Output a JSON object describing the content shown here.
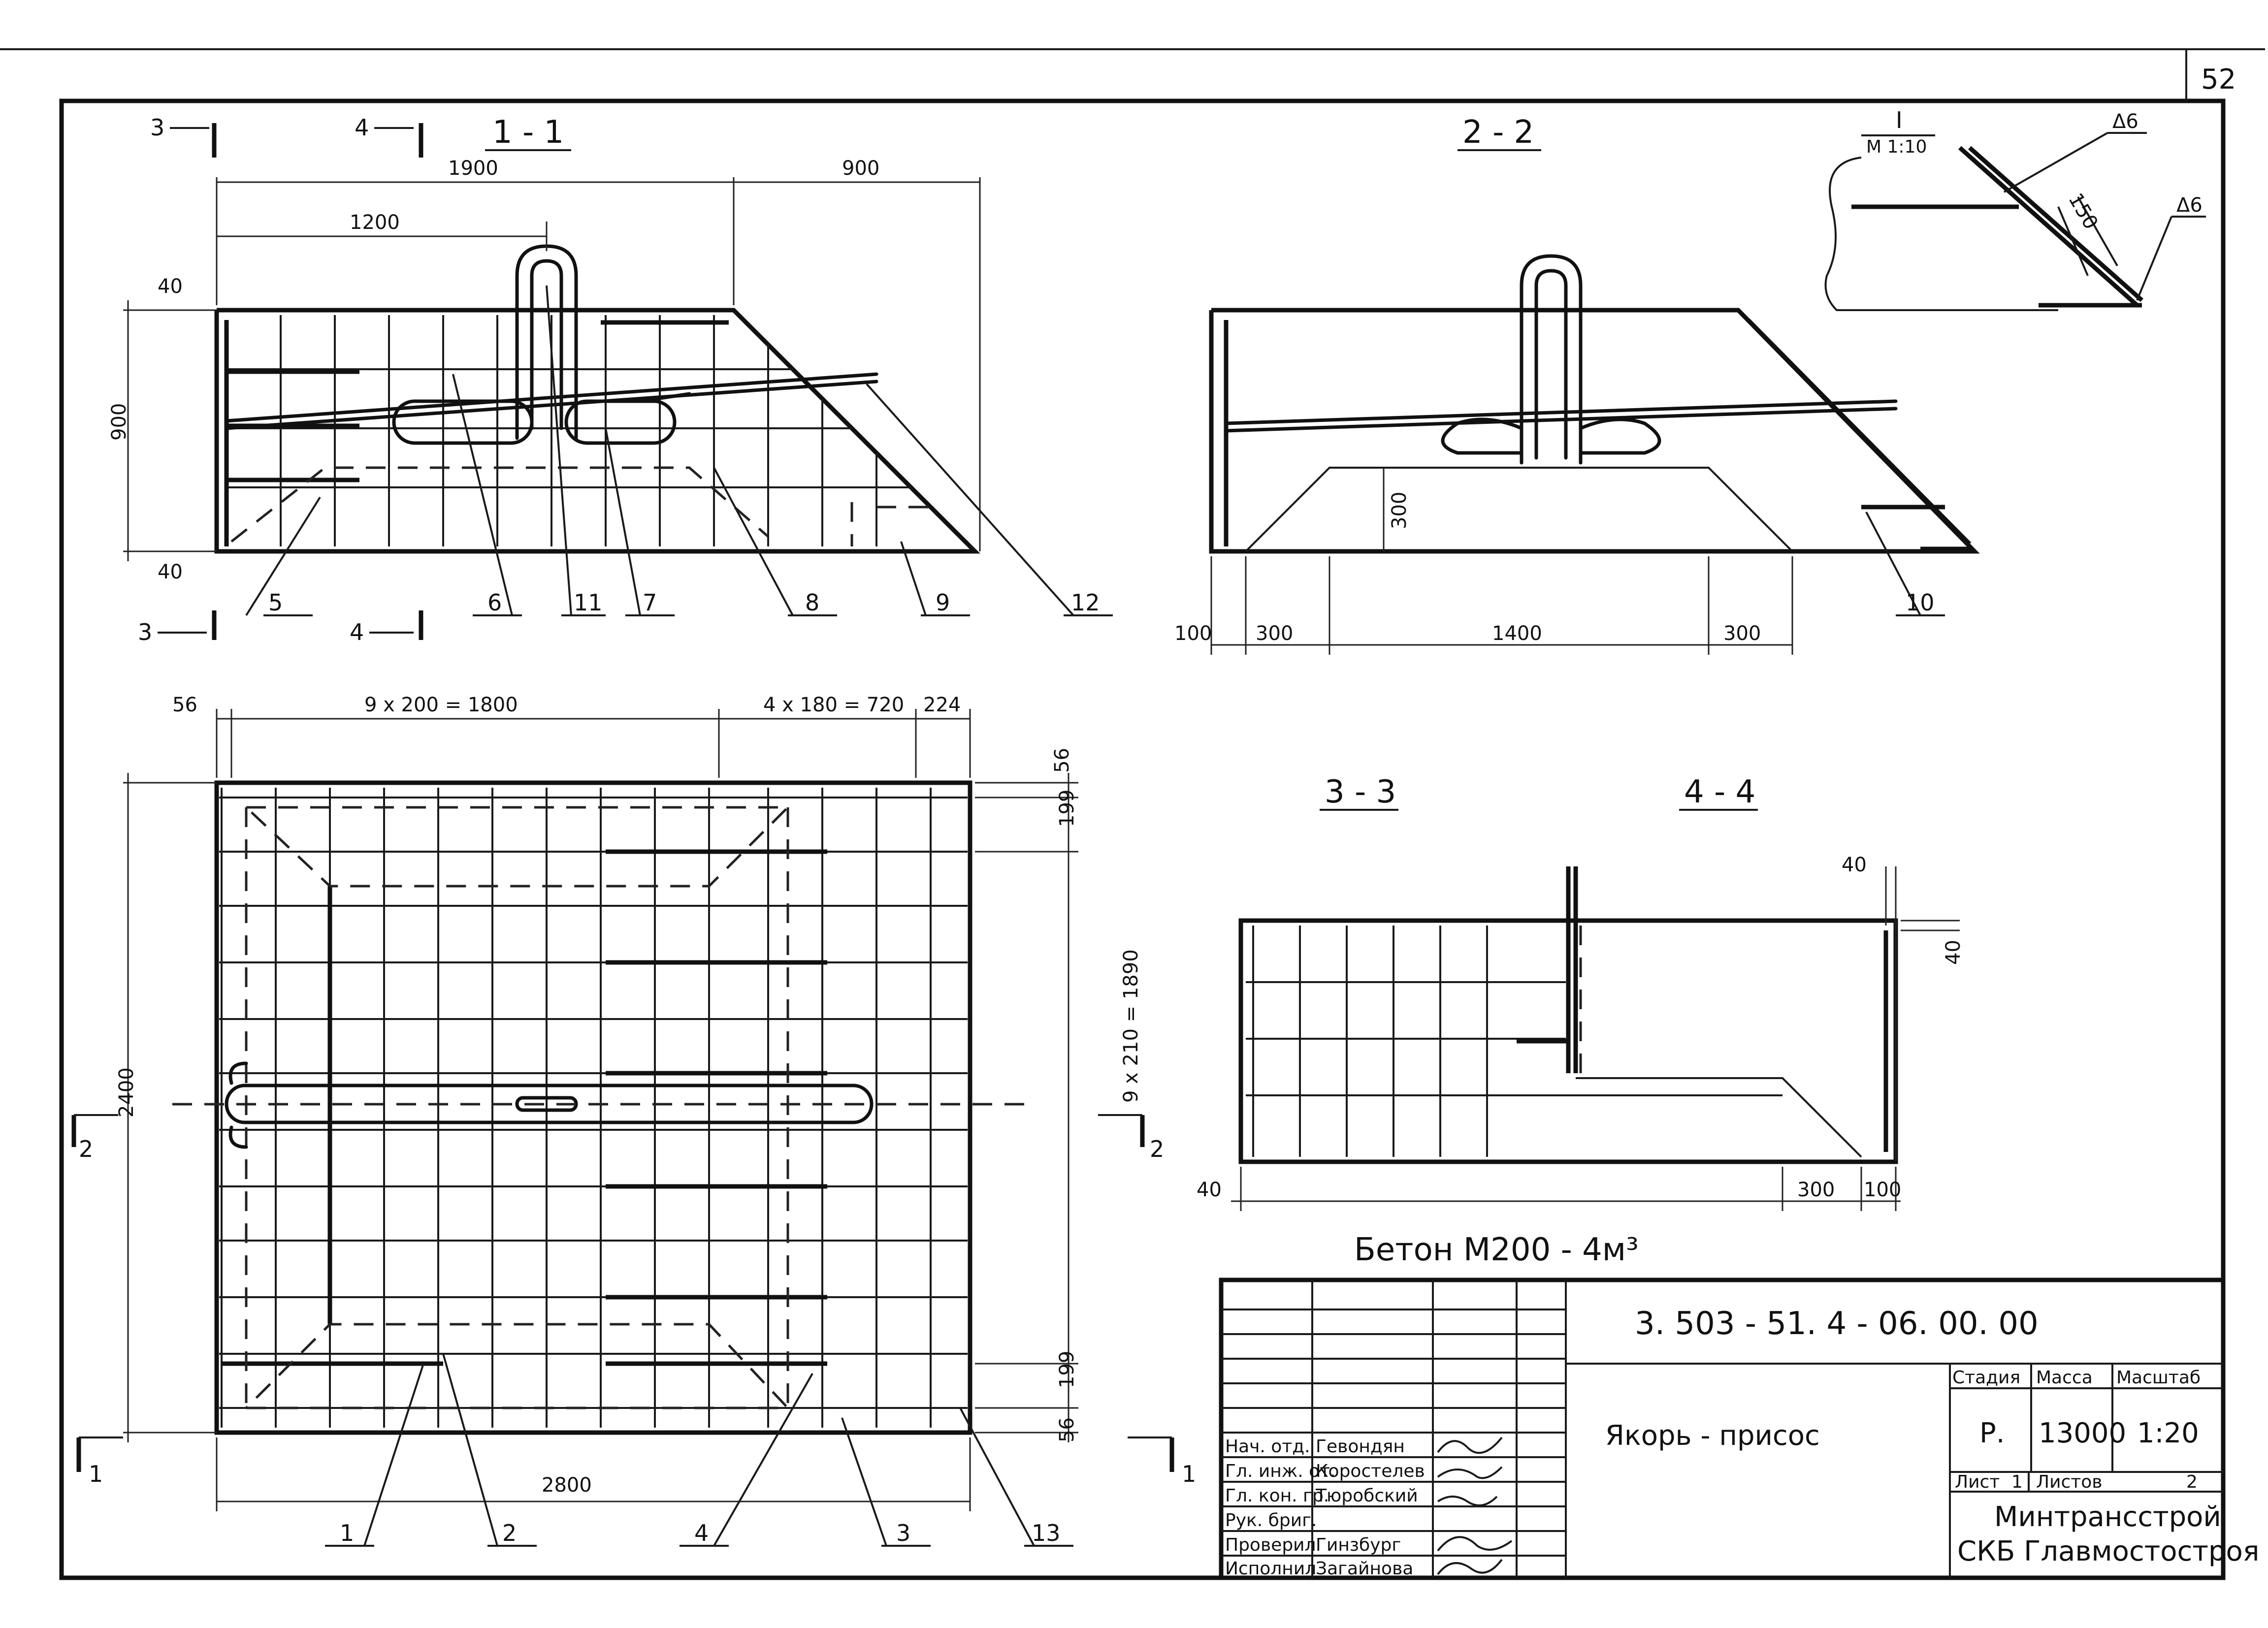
{
  "sheet": {
    "page_number": "52",
    "concrete_note": "Бетон  М200 - 4м³",
    "scale_note": "М 1:10"
  },
  "sections": {
    "s11": "1 - 1",
    "s22": "2 - 2",
    "s33": "3 - 3",
    "s44": "4 - 4",
    "detail": "I"
  },
  "cut_marks": {
    "m1": "1",
    "m2": "2",
    "m3": "3",
    "m4": "4"
  },
  "dimensions": {
    "d1900": "1900",
    "d900": "900",
    "d1200": "1200",
    "d40": "40",
    "d900v": "900",
    "d100": "100",
    "d300": "300",
    "d1400": "1400",
    "d56": "56",
    "d9x200": "9 х 200 = 1800",
    "d4x180": "4 х 180 = 720",
    "d224": "224",
    "d199": "199",
    "d9x210": "9 х 210 = 1890",
    "d2400": "2400",
    "d2800": "2800",
    "d150": "150",
    "weld": "Δ6"
  },
  "callouts": [
    "1",
    "2",
    "3",
    "4",
    "5",
    "6",
    "7",
    "8",
    "9",
    "10",
    "11",
    "12",
    "13"
  ],
  "title_block": {
    "doc_code": "3. 503 - 51. 4 - 06. 00. 00",
    "name": "Якорь - присос",
    "col_stage": "Стадия",
    "col_mass": "Масса",
    "col_scale": "Масштаб",
    "stage": "Р.",
    "mass": "13000",
    "scale": "1:20",
    "sheet_label": "Лист",
    "sheet_no": "1",
    "sheets_label": "Листов",
    "sheets_total": "2",
    "org_line1": "Минтрансстрой",
    "org_line2": "СКБ Главмостостроя",
    "staff": [
      {
        "role": "Нач. отд.",
        "name": "Гевондян"
      },
      {
        "role": "Гл. инж. от.",
        "name": "Коростелев"
      },
      {
        "role": "Гл. кон. гр.",
        "name": "Тюробский"
      },
      {
        "role": "Рук. бриг.",
        "name": ""
      },
      {
        "role": "Проверил",
        "name": "Гинзбург"
      },
      {
        "role": "Исполнил",
        "name": "Загайнова"
      }
    ]
  }
}
